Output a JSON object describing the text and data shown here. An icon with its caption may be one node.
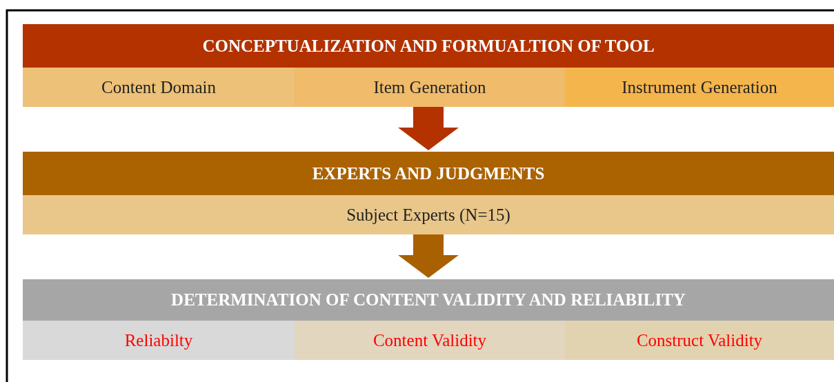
{
  "diagram": {
    "nodes": [
      {
        "text": [
          "CONCEPTUALIZATION AND FORMUALTION OF TOOL"
        ]
      },
      {
        "text": [
          "Content Domain"
        ]
      },
      {
        "text": [
          "Item Generation"
        ]
      },
      {
        "text": [
          "Instrument Generation"
        ]
      },
      {
        "text": [
          "EXPERTS AND JUDGMENTS"
        ]
      },
      {
        "text": [
          "Subject Experts (N=15)"
        ]
      },
      {
        "text": [
          "DETERMINATION OF CONTENT VALIDITY AND RELIABILITY"
        ]
      },
      {
        "text": [
          "Reliabilty"
        ]
      },
      {
        "text": [
          "Content Validity"
        ]
      },
      {
        "text": [
          "Construct Validity"
        ]
      }
    ],
    "edges": [
      {
        "from": 2,
        "to": 4,
        "arrow": "to",
        "color": "#b33200"
      },
      {
        "from": 5,
        "to": 6,
        "arrow": "to",
        "color": "#a86000"
      }
    ]
  }
}
